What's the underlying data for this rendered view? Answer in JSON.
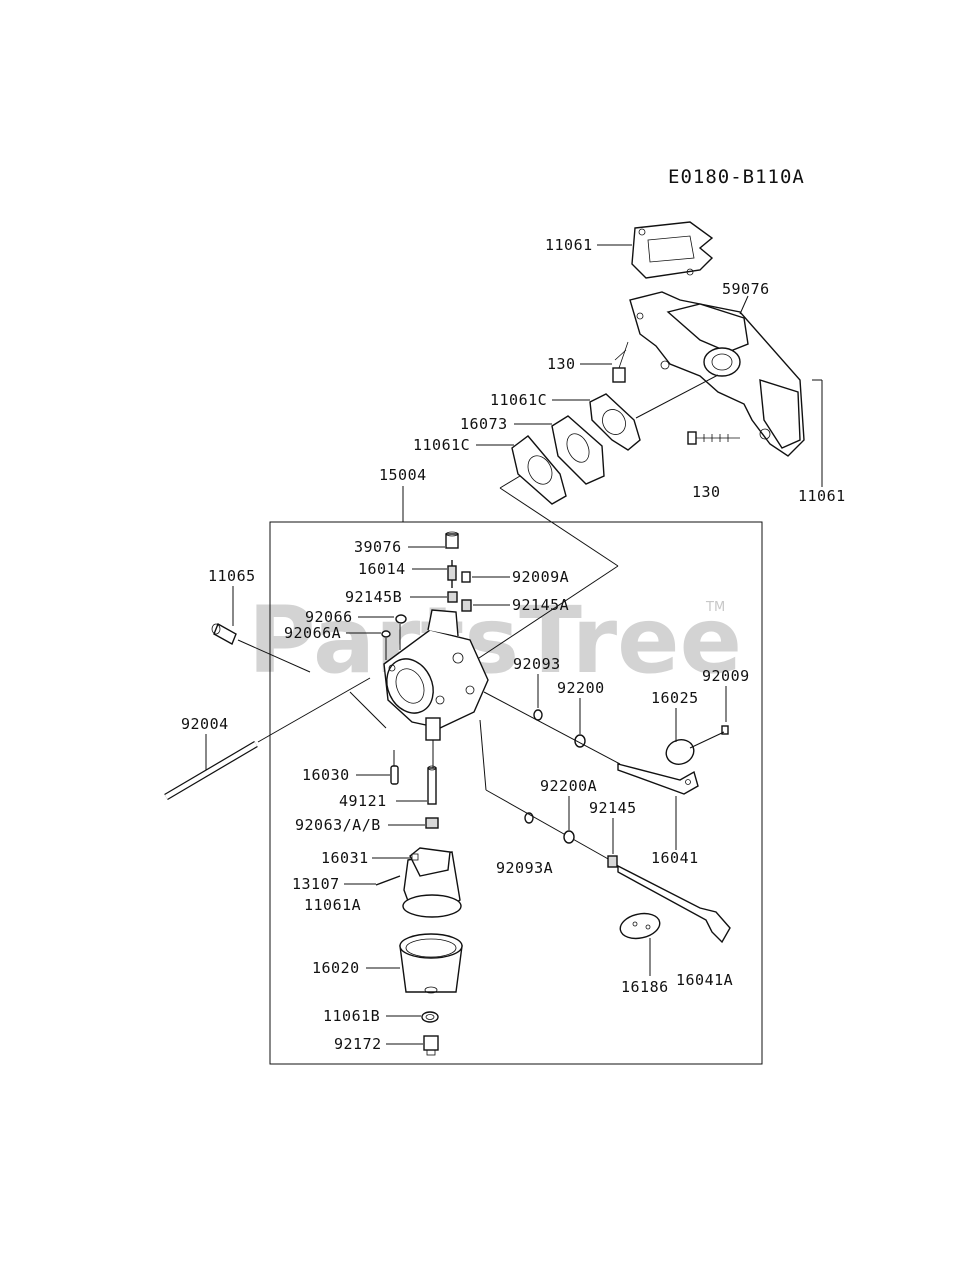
{
  "diagram": {
    "reference_code": "E0180-B110A",
    "watermark": "PartsTree",
    "trademark": "TM",
    "labels": {
      "p11061_top": "11061",
      "p59076": "59076",
      "p130_a": "130",
      "p11061c_a": "11061C",
      "p16073": "16073",
      "p11061c_b": "11061C",
      "p130_b": "130",
      "p11061_right": "11061",
      "p15004": "15004",
      "p39076": "39076",
      "p16014": "16014",
      "p92009a": "92009A",
      "p92145b": "92145B",
      "p92145a": "92145A",
      "p11065": "11065",
      "p92066": "92066",
      "p92066a": "92066A",
      "p92093": "92093",
      "p92200": "92200",
      "p16025": "16025",
      "p92009": "92009",
      "p92004": "92004",
      "p16030": "16030",
      "p49121": "49121",
      "p92063": "92063/A/B",
      "p92200a": "92200A",
      "p92145": "92145",
      "p16041": "16041",
      "p16031": "16031",
      "p92093a": "92093A",
      "p13107": "13107",
      "p11061a": "11061A",
      "p16020": "16020",
      "p16186": "16186",
      "p16041a": "16041A",
      "p11061b": "11061B",
      "p92172": "92172"
    }
  }
}
